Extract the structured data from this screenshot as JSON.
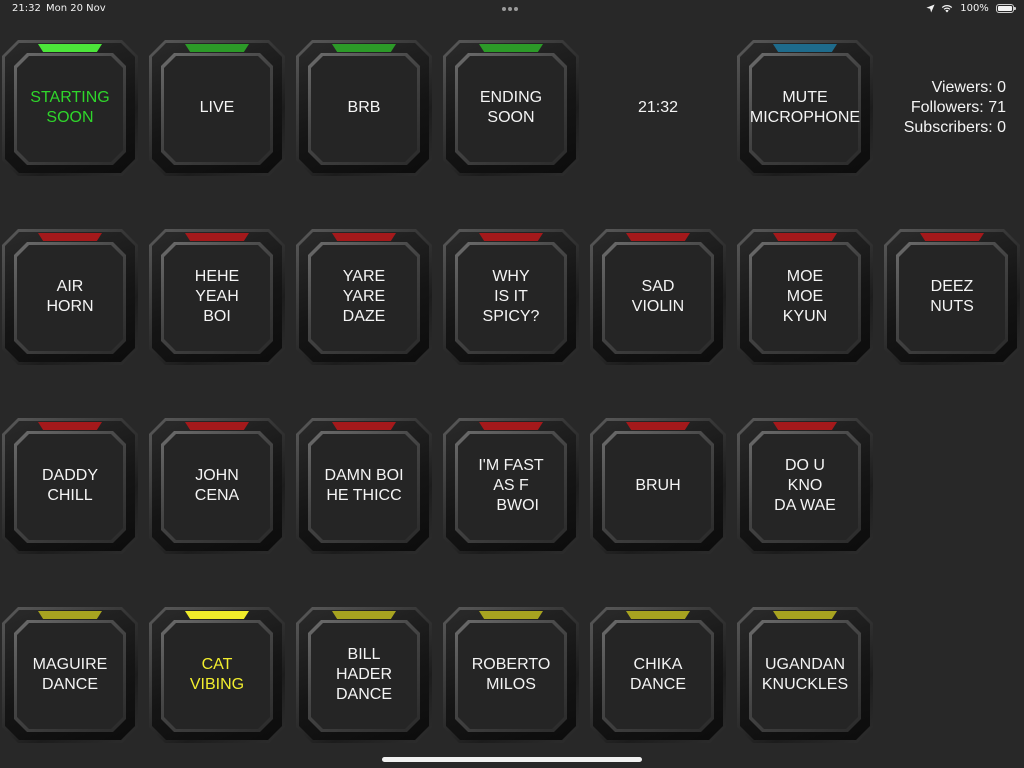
{
  "status_bar": {
    "time": "21:32",
    "date": "Mon 20 Nov",
    "battery": "100%",
    "icons": [
      "location-arrow-icon",
      "wifi-icon",
      "battery-icon"
    ]
  },
  "clock": "21:32",
  "stats": {
    "viewers": "Viewers: 0",
    "followers": "Followers: 71",
    "subscribers": "Subscribers: 0"
  },
  "led_colors": {
    "green": "#4ce63a",
    "green_dim": "#2c9a28",
    "blue": "#1e6b8c",
    "red": "#a4191b",
    "yellow_dim": "#a7a320",
    "yellow": "#f0ec2a"
  },
  "text_colors": {
    "default": "#f4f4f4",
    "green": "#2fd62b",
    "yellow": "#f2ee2e"
  },
  "buttons": [
    {
      "id": "starting-soon",
      "label": "STARTING\nSOON",
      "led": "green",
      "text": "green",
      "col": 0,
      "row": 0
    },
    {
      "id": "live",
      "label": "LIVE",
      "led": "green_dim",
      "text": "default",
      "col": 1,
      "row": 0
    },
    {
      "id": "brb",
      "label": "BRB",
      "led": "green_dim",
      "text": "default",
      "col": 2,
      "row": 0
    },
    {
      "id": "ending-soon",
      "label": "ENDING\nSOON",
      "led": "green_dim",
      "text": "default",
      "col": 3,
      "row": 0
    },
    {
      "id": "mute-microphone",
      "label": "MUTE\nMICROPHONE",
      "led": "blue",
      "text": "default",
      "col": 5,
      "row": 0
    },
    {
      "id": "air-horn",
      "label": "AIR\nHORN",
      "led": "red",
      "text": "default",
      "col": 0,
      "row": 1
    },
    {
      "id": "hehe-yeah-boi",
      "label": "HEHE\nYEAH\nBOI",
      "led": "red",
      "text": "default",
      "col": 1,
      "row": 1
    },
    {
      "id": "yare-yare-daze",
      "label": "YARE\nYARE\nDAZE",
      "led": "red",
      "text": "default",
      "col": 2,
      "row": 1
    },
    {
      "id": "why-is-it-spicy",
      "label": "WHY\nIS IT\nSPICY?",
      "led": "red",
      "text": "default",
      "col": 3,
      "row": 1
    },
    {
      "id": "sad-violin",
      "label": "SAD\nVIOLIN",
      "led": "red",
      "text": "default",
      "col": 4,
      "row": 1
    },
    {
      "id": "moe-moe-kyun",
      "label": "MOE\nMOE\nKYUN",
      "led": "red",
      "text": "default",
      "col": 5,
      "row": 1
    },
    {
      "id": "deez-nuts",
      "label": "DEEZ\nNUTS",
      "led": "red",
      "text": "default",
      "col": 6,
      "row": 1
    },
    {
      "id": "daddy-chill",
      "label": "DADDY\nCHILL",
      "led": "red",
      "text": "default",
      "col": 0,
      "row": 2
    },
    {
      "id": "john-cena",
      "label": "JOHN\nCENA",
      "led": "red",
      "text": "default",
      "col": 1,
      "row": 2
    },
    {
      "id": "damn-boi-he-thicc",
      "label": "DAMN BOI\nHE THICC",
      "led": "red",
      "text": "default",
      "col": 2,
      "row": 2
    },
    {
      "id": "im-fast-as-f-bwoi",
      "label": "I'M FAST\nAS F\n   BWOI",
      "led": "red",
      "text": "default",
      "col": 3,
      "row": 2
    },
    {
      "id": "bruh",
      "label": "BRUH",
      "led": "red",
      "text": "default",
      "col": 4,
      "row": 2
    },
    {
      "id": "do-u-kno-da-wae",
      "label": "DO U\nKNO\nDA WAE",
      "led": "red",
      "text": "default",
      "col": 5,
      "row": 2
    },
    {
      "id": "maguire-dance",
      "label": "MAGUIRE\nDANCE",
      "led": "yellow_dim",
      "text": "default",
      "col": 0,
      "row": 3
    },
    {
      "id": "cat-vibing",
      "label": "CAT\nVIBING",
      "led": "yellow",
      "text": "yellow",
      "col": 1,
      "row": 3
    },
    {
      "id": "bill-hader-dance",
      "label": "BILL\nHADER\nDANCE",
      "led": "yellow_dim",
      "text": "default",
      "col": 2,
      "row": 3
    },
    {
      "id": "roberto-milos",
      "label": "ROBERTO\nMILOS",
      "led": "yellow_dim",
      "text": "default",
      "col": 3,
      "row": 3
    },
    {
      "id": "chika-dance",
      "label": "CHIKA\nDANCE",
      "led": "yellow_dim",
      "text": "default",
      "col": 4,
      "row": 3
    },
    {
      "id": "ugandan-knuckles",
      "label": "UGANDAN\nKNUCKLES",
      "led": "yellow_dim",
      "text": "default",
      "col": 5,
      "row": 3
    }
  ]
}
